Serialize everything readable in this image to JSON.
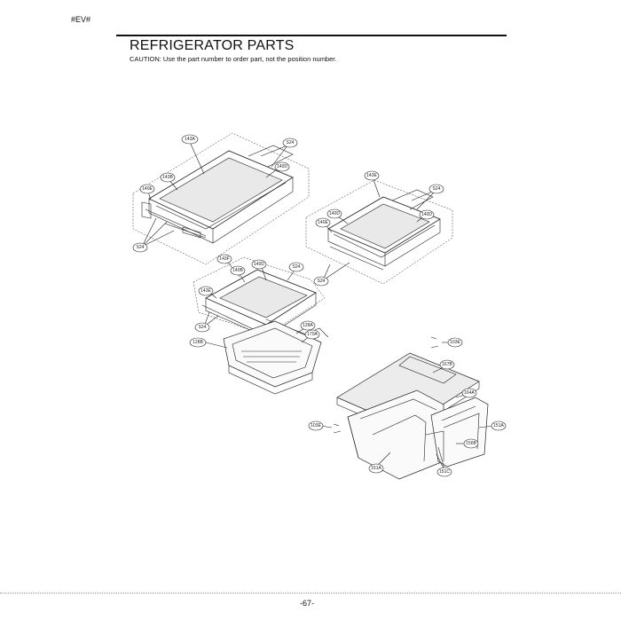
{
  "header": {
    "tag": "#EV#",
    "title": "REFRIGERATOR PARTS",
    "caution": "CAUTION: Use the part number to order part, not the position number."
  },
  "footer": {
    "page_number": "-67-"
  },
  "callouts": {
    "c143A": "143A",
    "c143B": "143B",
    "c140E_a": "140E",
    "c140D_a": "140D",
    "s24_a": "S24",
    "s24_b": "S24",
    "c143E": "143E",
    "c140D_b": "140D",
    "c140E_b": "140E",
    "c140D_c": "140D",
    "s24_c": "S24",
    "s24_d": "S24",
    "c143F": "143F",
    "c140B": "140B",
    "c140D_d": "140D",
    "c143E_b": "143E",
    "s24_e": "S24",
    "s24_f": "S24",
    "c128A": "128A",
    "c170A": "170A",
    "c128B": "128B",
    "c103E_a": "103E",
    "c167B": "167B",
    "c164A": "164A",
    "c103E_b": "103E",
    "c151A_a": "151A",
    "c156B": "156B",
    "c151A_b": "151A",
    "c151C": "151C"
  }
}
